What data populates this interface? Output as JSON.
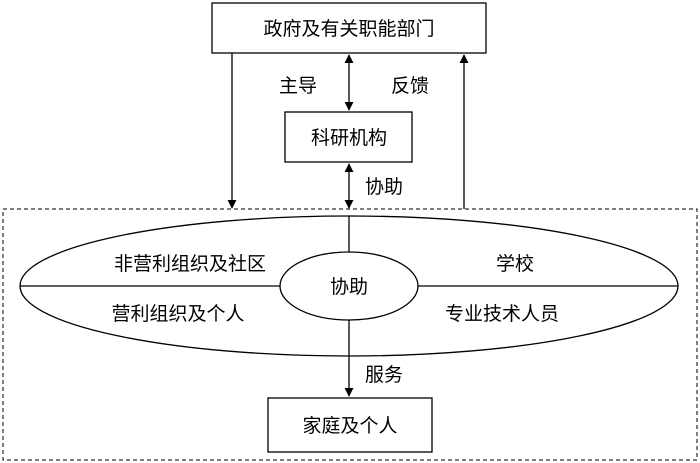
{
  "nodes": {
    "government": "政府及有关职能部门",
    "research": "科研机构",
    "family": "家庭及个人"
  },
  "edges": {
    "lead": "主导",
    "feedback": "反馈",
    "assist_top": "协助",
    "service": "服务"
  },
  "ellipse": {
    "center": "协助",
    "top_left": "非营利组织及社区",
    "top_right": "学校",
    "bottom_left": "营利组织及个人",
    "bottom_right": "专业技术人员"
  }
}
